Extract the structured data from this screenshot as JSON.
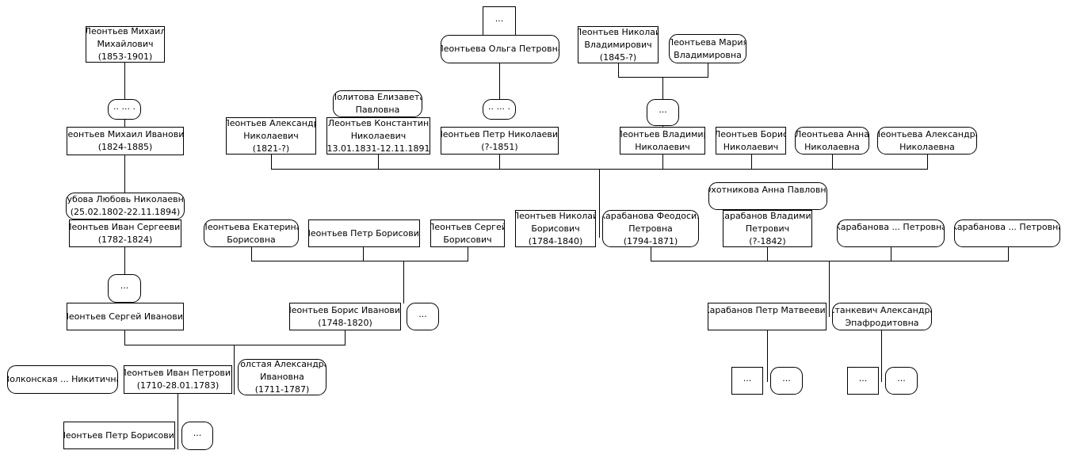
{
  "persons": {
    "mikhail_mikhailovich": [
      "Леонтьев Михаил",
      "Михайлович",
      "(1853-1901)"
    ],
    "dots_a": [
      "·· ··· ·"
    ],
    "mikhail_ivanovich": [
      "Леонтьев Михаил Иванович",
      "(1824-1885)"
    ],
    "zubova": [
      "Зубова Любовь Николаевна",
      "(25.02.1802-22.11.1894)"
    ],
    "ivan_sergeevich": [
      "Леонтьев Иван Сергеевич",
      "(1782-1824)"
    ],
    "dots_b": [
      "···"
    ],
    "sergey_ivanovich": [
      "Леонтьев Сергей Иванович"
    ],
    "volkonskaya": [
      "Волконская ... Никитична"
    ],
    "ivan_petrovich": [
      "Леонтьев Иван Петрович",
      "(1710-28.01.1783)"
    ],
    "tolstaya": [
      "Толстая Александра",
      "Ивановна",
      "(1711-1787)"
    ],
    "petr_borisovich_bottom": [
      "Леонтьев Петр Борисович"
    ],
    "dots_c": [
      "···"
    ],
    "boris_ivanovich": [
      "Леонтьев Борис Иванович",
      "(1748-1820)"
    ],
    "dots_d": [
      "···"
    ],
    "ekaterina_borisovna": [
      "Леонтьева Екатерина",
      "Борисовна"
    ],
    "petr_borisovich": [
      "Леонтьев Петр Борисович"
    ],
    "sergey_borisovich": [
      "Леонтьев Сергей",
      "Борисович"
    ],
    "nikolay_borisovich": [
      "Леонтьев Николай",
      "Борисович",
      "(1784-1840)"
    ],
    "feodosia": [
      "Карабанова Феодосия",
      "Петровна",
      "(1794-1871)"
    ],
    "alexandr_nikolaevich": [
      "Леонтьев Александр",
      "Николаевич",
      "(1821-?)"
    ],
    "politova": [
      "Политова Елизавета",
      "Павловна"
    ],
    "konstantin_nikolaevich": [
      "Леонтьев Константин",
      "Николаевич",
      "(13.01.1831-12.11.1891)"
    ],
    "dots_e": [
      "···"
    ],
    "olga_petrovna": [
      "Леонтьева Ольга Петровна"
    ],
    "dots_f": [
      "·· ··· ·"
    ],
    "petr_nikolaevich": [
      "Леонтьев Петр Николаевич",
      "(?-1851)"
    ],
    "nikolay_vladimirovich": [
      "Леонтьев Николай",
      "Владимирович",
      "(1845-?)"
    ],
    "maria_vladimirovna": [
      "Леонтьева Мария",
      "Владимировна"
    ],
    "dots_g": [
      "···"
    ],
    "vladimir_nikolaevich": [
      "Леонтьев Владимир",
      "Николаевич"
    ],
    "boris_nikolaevich": [
      "Леонтьев Борис",
      "Николаевич"
    ],
    "anna_nikolaevna": [
      "Леонтьева Анна",
      "Николаевна"
    ],
    "alexandra_nikolaevna": [
      "Леонтьева Александра",
      "Николаевна"
    ],
    "okhotnikova": [
      "Охотникова Анна Павловна"
    ],
    "karabanov_vladimir": [
      "Карабанов Владимир",
      "Петрович",
      "(?-1842)"
    ],
    "karabanova_1": [
      "Карабанова ... Петровна"
    ],
    "karabanova_2": [
      "Карабанова ... Петровна"
    ],
    "karabanov_petr": [
      "Карабанов Петр Матвеевич"
    ],
    "stankevich": [
      "Станкевич Александра",
      "Эпафродитовна"
    ],
    "dots_h": [
      "···"
    ],
    "dots_i": [
      "···"
    ],
    "dots_j": [
      "···"
    ],
    "dots_k": [
      "···"
    ]
  }
}
